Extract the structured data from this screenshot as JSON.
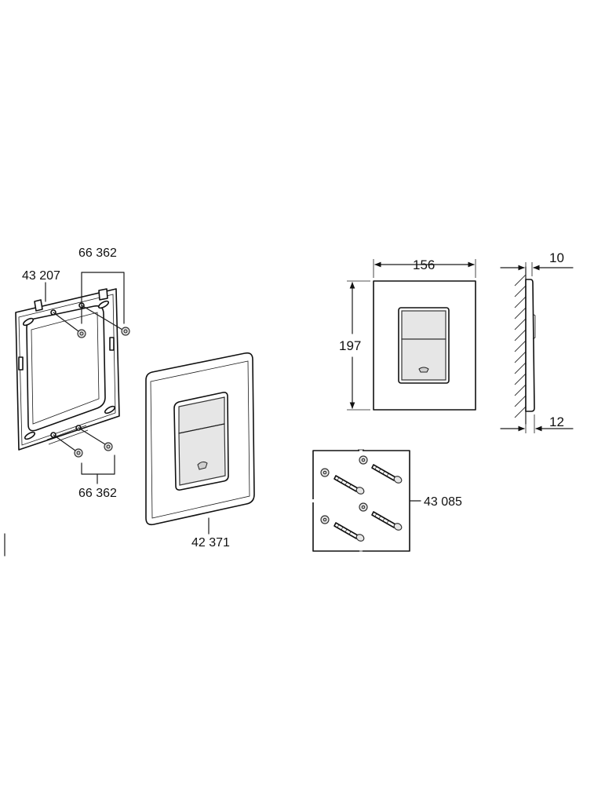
{
  "labels": {
    "frame": "43 207",
    "screws_top": "66 362",
    "screws_bottom": "66 362",
    "plate": "42 371",
    "screw_kit": "43 085"
  },
  "dimensions": {
    "width": "156",
    "height": "197",
    "depth_top": "10",
    "depth_bottom": "12"
  }
}
